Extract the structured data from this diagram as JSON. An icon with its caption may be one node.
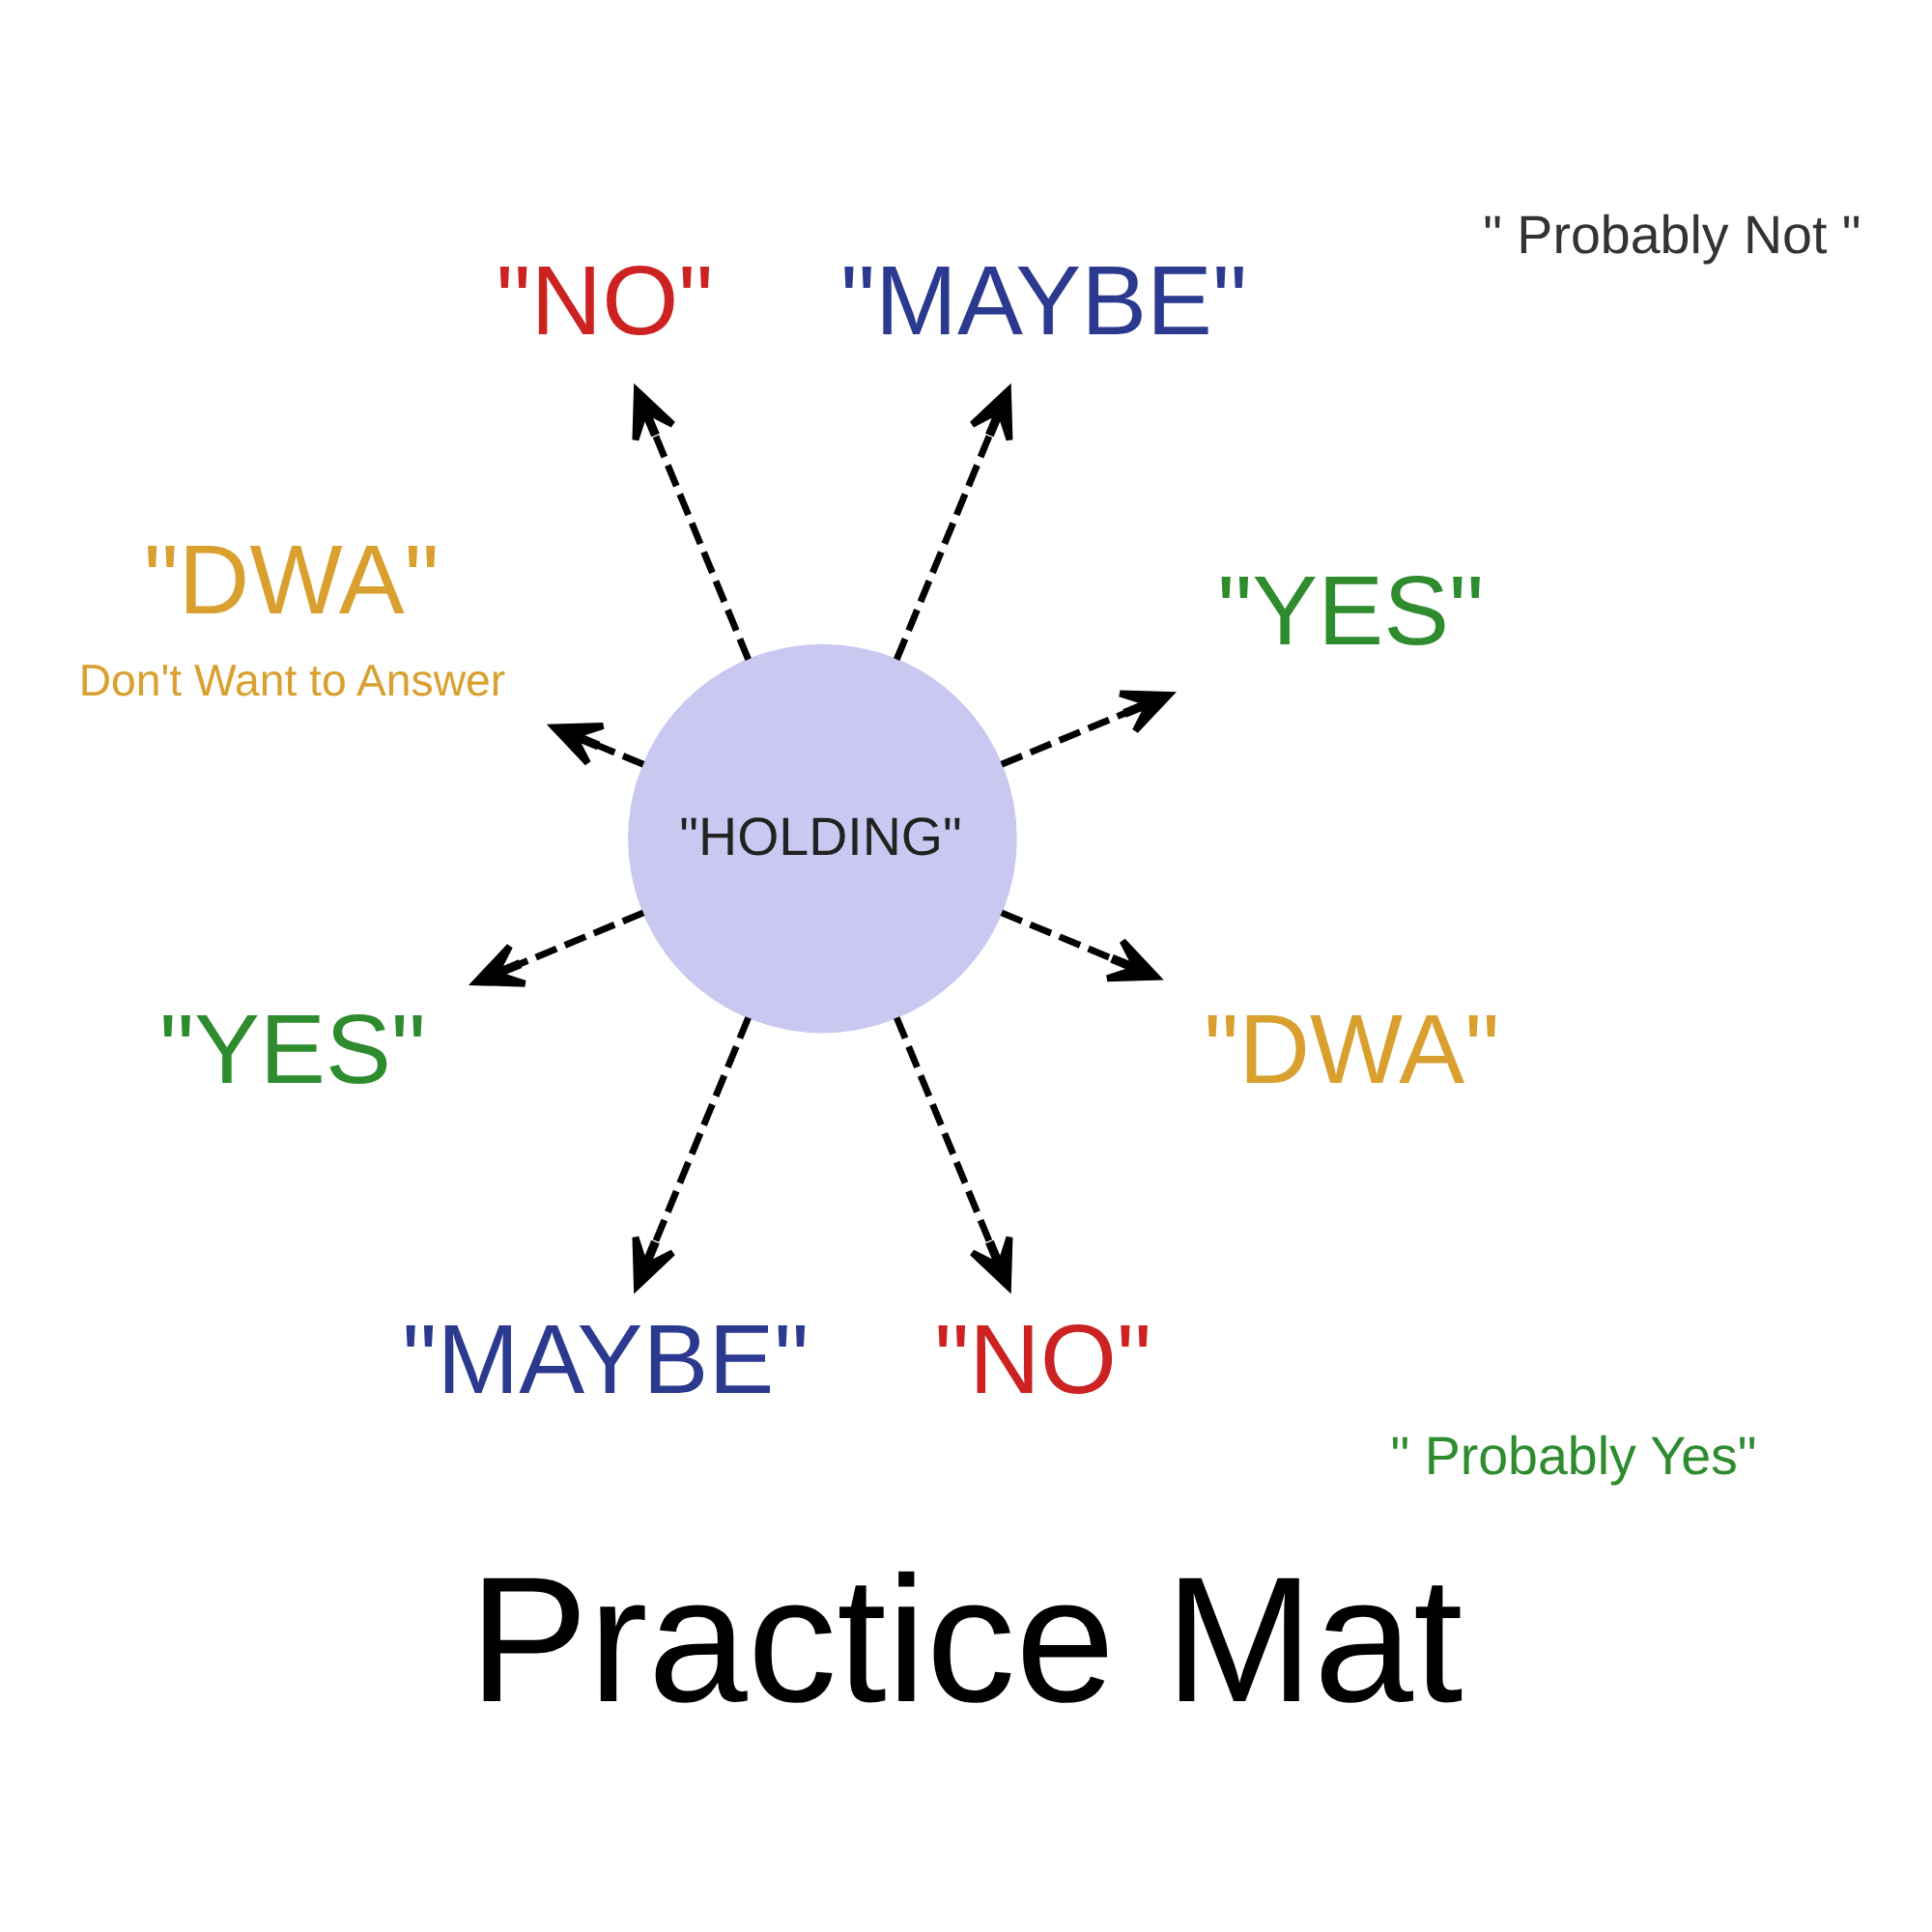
{
  "diagram": {
    "caption": "Practice Mat",
    "nodes": [
      {
        "text": [
          "\"HOLDING\""
        ]
      },
      {
        "text": [
          "\"YES\""
        ]
      },
      {
        "text": [
          "\"MAYBE\""
        ]
      },
      {
        "text": [
          "\"NO\""
        ]
      },
      {
        "text": [
          "\"DWA\""
        ],
        "beside": [
          "Don't Want to Answer"
        ]
      },
      {
        "text": [
          "\"YES\""
        ]
      },
      {
        "text": [
          "\"MAYBE\""
        ]
      },
      {
        "text": [
          "\"NO\""
        ]
      },
      {
        "text": [
          "\"DWA\""
        ]
      }
    ],
    "edges": [
      {
        "from": 0,
        "to": 1,
        "arrow": "to",
        "style": "dashed"
      },
      {
        "from": 0,
        "to": 2,
        "arrow": "to",
        "style": "dashed"
      },
      {
        "from": 0,
        "to": 3,
        "arrow": "to",
        "style": "dashed"
      },
      {
        "from": 0,
        "to": 4,
        "arrow": "to",
        "style": "dashed"
      },
      {
        "from": 0,
        "to": 5,
        "arrow": "to",
        "style": "dashed"
      },
      {
        "from": 0,
        "to": 6,
        "arrow": "to",
        "style": "dashed"
      },
      {
        "from": 0,
        "to": 7,
        "arrow": "to",
        "style": "dashed"
      },
      {
        "from": 0,
        "to": 8,
        "arrow": "to",
        "style": "dashed"
      }
    ],
    "labels": [
      "\" Probably Not \"",
      "\" Probably Yes\""
    ]
  }
}
